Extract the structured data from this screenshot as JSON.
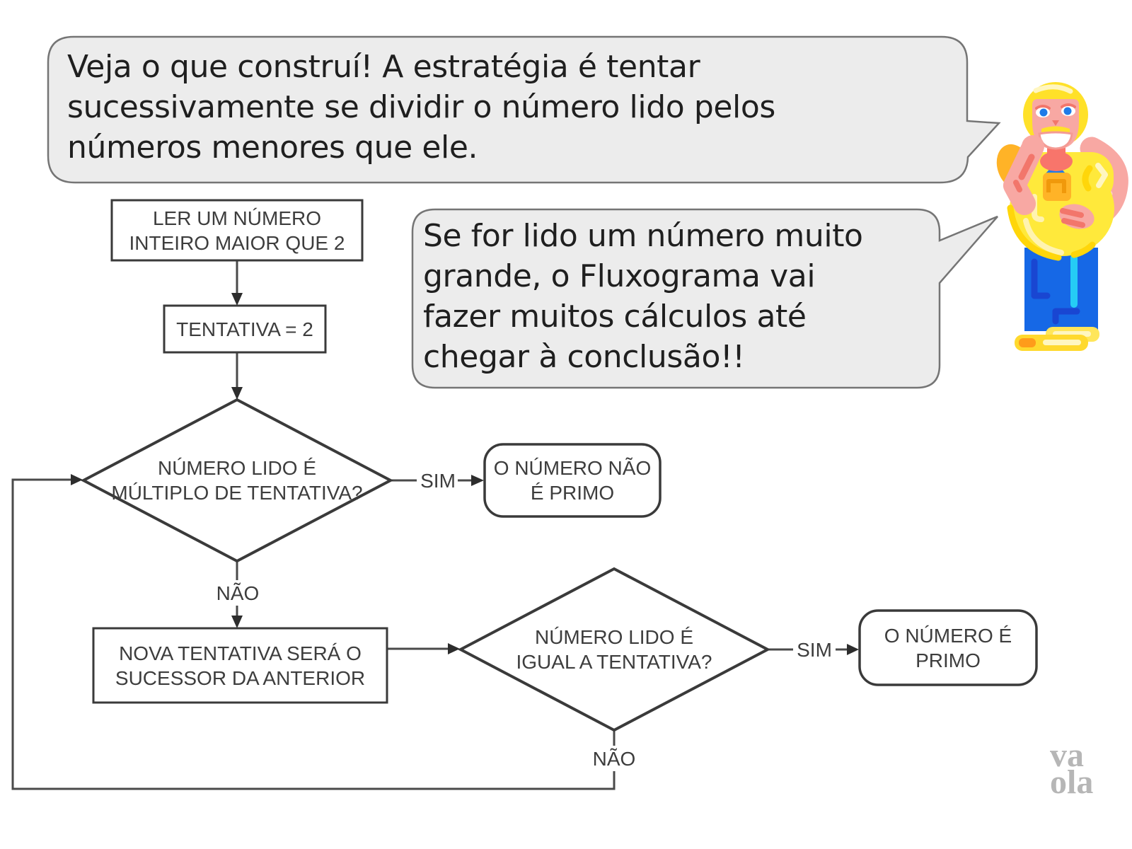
{
  "speech": {
    "bubble1": {
      "lines": [
        "Veja o que construí! A estratégia é tentar",
        "sucessivamente se dividir o número lido pelos",
        "números menores que ele."
      ]
    },
    "bubble2": {
      "lines": [
        "Se for lido um número muito",
        "grande, o Fluxograma vai",
        "fazer muitos cálculos até",
        "chegar à conclusão!!"
      ]
    }
  },
  "flowchart": {
    "box1": {
      "lines": [
        "LER UM NÚMERO",
        "INTEIRO MAIOR QUE 2"
      ]
    },
    "box2": {
      "lines": [
        "TENTATIVA = 2"
      ]
    },
    "decision1": {
      "lines": [
        "NÚMERO LIDO É",
        "MÚLTIPLO DE TENTATIVA?"
      ]
    },
    "terminator1": {
      "lines": [
        "O NÚMERO NÃO",
        "É PRIMO"
      ]
    },
    "box3": {
      "lines": [
        "NOVA TENTATIVA SERÁ O",
        "SUCESSOR DA ANTERIOR"
      ]
    },
    "decision2": {
      "lines": [
        "NÚMERO LIDO É",
        "IGUAL A TENTATIVA?"
      ]
    },
    "terminator2": {
      "lines": [
        "O NÚMERO É",
        "PRIMO"
      ]
    },
    "labels": {
      "yes1": "SIM",
      "no1": "NÃO",
      "yes2": "SIM",
      "no2": "NÃO"
    }
  },
  "watermark": {
    "line1": "va",
    "line2": "ola"
  },
  "character": {
    "description": "smiling blond mascot in yellow shirt and blue jeans, hand on chin"
  },
  "colors": {
    "bubble_fill": "#ececec",
    "bubble_border": "#757575",
    "flow_shape_stroke": "#3a3a3a",
    "flow_line": "#4a4a4a",
    "arrowhead": "#2d2d2d",
    "label_color": "#3d3d3d",
    "watermark_color": "#b6b6b6",
    "mascot": {
      "hair": "#FFE129",
      "skin": "#F8A8A3",
      "skin_dark": "#F2766B",
      "skin_light": "#FBD0CD",
      "shirt": "#FFE93B",
      "shirt_accent": "#FFD60A",
      "shirt_light": "#FFF3B0",
      "badge": "#FFB327",
      "badge_stroke": "#F0990B",
      "blue": "#1F7BE8",
      "pants": "#1668E6",
      "pants_dark": "#1946D2",
      "cyan": "#25CDF5",
      "shoe": "#FFD92E",
      "shoe_light": "#FFE65A",
      "shoe_orange": "#FF9C1A",
      "collar": "#F8756B"
    }
  }
}
